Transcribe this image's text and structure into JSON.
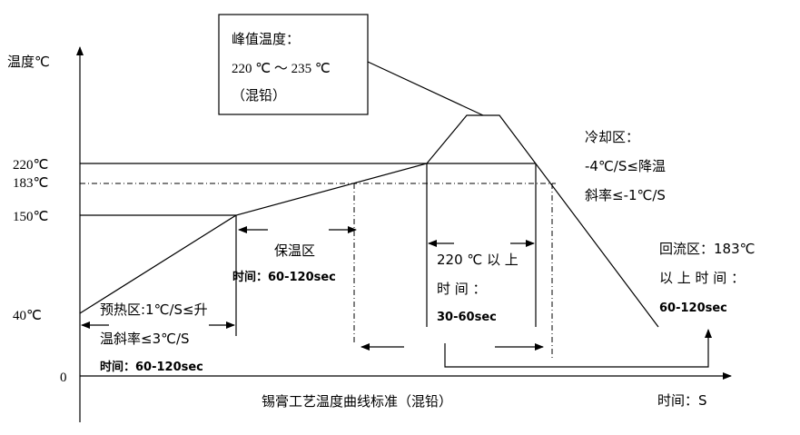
{
  "axes": {
    "y_label": "温度℃",
    "x_label": "时间：S",
    "origin": "0",
    "ticks": [
      "220℃",
      "183℃",
      "150℃",
      "40℃"
    ]
  },
  "caption": "锡膏工艺温度曲线标准（混铅）",
  "peak_box": {
    "title": "峰值温度：",
    "range": "220 ℃ ～ 235 ℃",
    "note": "（混铅）"
  },
  "zones": {
    "preheat": {
      "line1": "预热区:1℃/S≤升",
      "line2": "温斜率≤3℃/S",
      "time": "时间：60-120sec"
    },
    "soak": {
      "title": "保温区",
      "time": "时间：60-120sec"
    },
    "above_220": {
      "line1": "220 ℃ 以 上",
      "line2": "时    间    ：",
      "time": "30-60sec"
    },
    "cooling": {
      "title": "冷却区：",
      "line1": "-4℃/S≤降温",
      "line2": "斜率≤-1℃/S"
    },
    "reflow": {
      "title": "回流区：183℃",
      "line1": "以 上 时 间 ：",
      "time": "60-120sec"
    }
  }
}
